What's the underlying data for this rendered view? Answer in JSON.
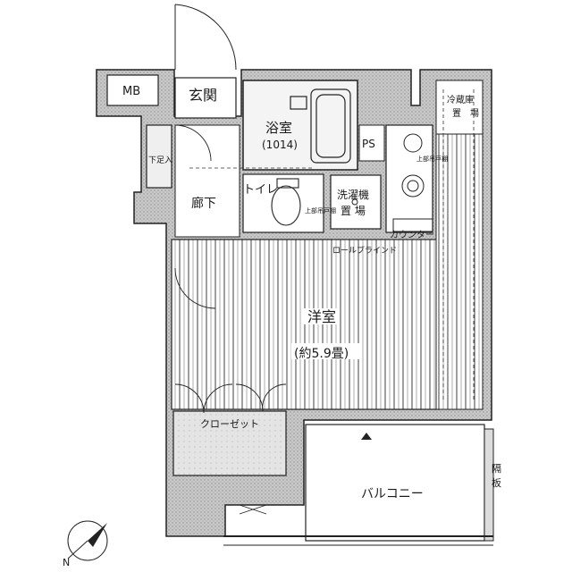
{
  "rooms": {
    "mb": "MB",
    "genkan": "玄関",
    "bath": "浴室",
    "bath_size": "(1014)",
    "ps": "PS",
    "fridge_1": "冷蔵庫",
    "fridge_2": "置",
    "fridge_3": "場",
    "shoe_storage": "下足入",
    "toilet": "トイレ",
    "hallway": "廊下",
    "washer_1": "洗濯機",
    "washer_2": "置 場",
    "upper_shelf_1": "上部吊戸棚",
    "upper_shelf_2": "上部吊戸棚",
    "counter": "カウンター",
    "roll_blind": "ロールブラインド",
    "western_room": "洋室",
    "western_room_size": "(約5.9畳)",
    "closet": "クローゼット",
    "balcony": "バルコニー",
    "partition_1": "隔",
    "partition_2": "板",
    "compass_north": "N"
  }
}
